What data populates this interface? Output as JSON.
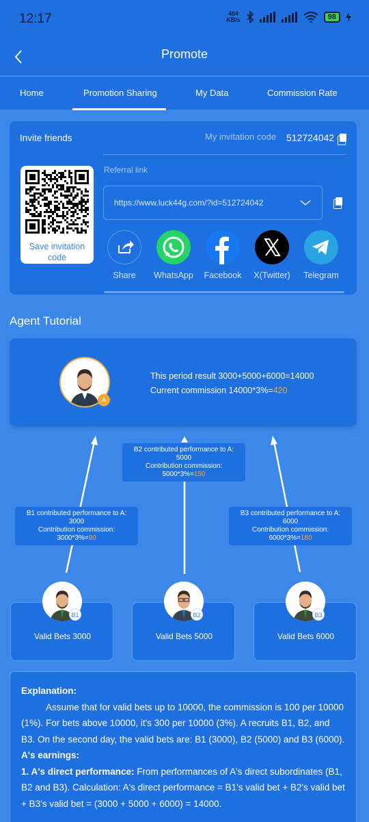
{
  "status": {
    "time": "12:17",
    "netspeed_top": "404",
    "netspeed_bottom": "KB/s",
    "battery": "98"
  },
  "header": {
    "title": "Promote",
    "back_icon": "chevron-left-icon"
  },
  "tabs": [
    {
      "label": "Home",
      "active": false
    },
    {
      "label": "Promotion Sharing",
      "active": true
    },
    {
      "label": "My Data",
      "active": false
    },
    {
      "label": "Commission Rate",
      "active": false
    }
  ],
  "invite": {
    "title": "Invite friends",
    "code_label": "My invitation code",
    "code": "512724042",
    "save_code": "Save invitation code",
    "referral_label": "Referral link",
    "referral_url": "https://www.luck44g.com/?id=512724042"
  },
  "share": [
    {
      "label": "Share",
      "icon": "share-icon",
      "color": "#1e6fe0"
    },
    {
      "label": "WhatsApp",
      "icon": "whatsapp-icon",
      "color": "#25d366"
    },
    {
      "label": "Facebook",
      "icon": "facebook-icon",
      "color": "#1877f2"
    },
    {
      "label": "X(Twitter)",
      "icon": "x-twitter-icon",
      "color": "#000000"
    },
    {
      "label": "Telegram",
      "icon": "telegram-icon",
      "color": "#2aa3e3"
    }
  ],
  "tutorial": {
    "title": "Agent Tutorial",
    "agent_badge": "A",
    "result_line": "This period result 3000+5000+6000=14000",
    "commission_prefix": "Current commission 14000*3%=",
    "commission_value": "420",
    "b1_box": {
      "line1": "B1 contributed performance to A:",
      "line2": "3000",
      "line3": "Contribution commission:",
      "line4_prefix": "3000*3%=",
      "line4_value": "90"
    },
    "b2_box": {
      "line1": "B2 contributed performance to A:",
      "line2": "5000",
      "line3": "Contribution commission:",
      "line4_prefix": "5000*3%=",
      "line4_value": "150"
    },
    "b3_box": {
      "line1": "B3 contributed performance to A:",
      "line2": "6000",
      "line3": "Contribution commission:",
      "line4_prefix": "6000*3%=",
      "line4_value": "180"
    },
    "subs": [
      {
        "badge": "B1",
        "label": "Valid Bets 3000"
      },
      {
        "badge": "B2",
        "label": "Valid Bets 5000"
      },
      {
        "badge": "B3",
        "label": "Valid Bets 6000"
      }
    ]
  },
  "explanation": {
    "heading": "Explanation:",
    "para": "Assume that for valid bets up to 10000, the commission is 100 per 10000 (1%). For bets above 10000, it's 300 per 10000 (3%). A recruits B1, B2, and B3. On the second day, the valid bets are: B1 (3000), B2 (5000) and B3 (6000).",
    "earnings_heading": "A's earnings:",
    "item1_bold": "1. A's direct performance:",
    "item1_text": " From performances of A's direct subordinates (B1, B2 and B3). Calculation: A's direct performance = B1's valid bet + B2's valid bet + B3's valid bet = (3000 + 5000 + 6000) = 14000."
  }
}
